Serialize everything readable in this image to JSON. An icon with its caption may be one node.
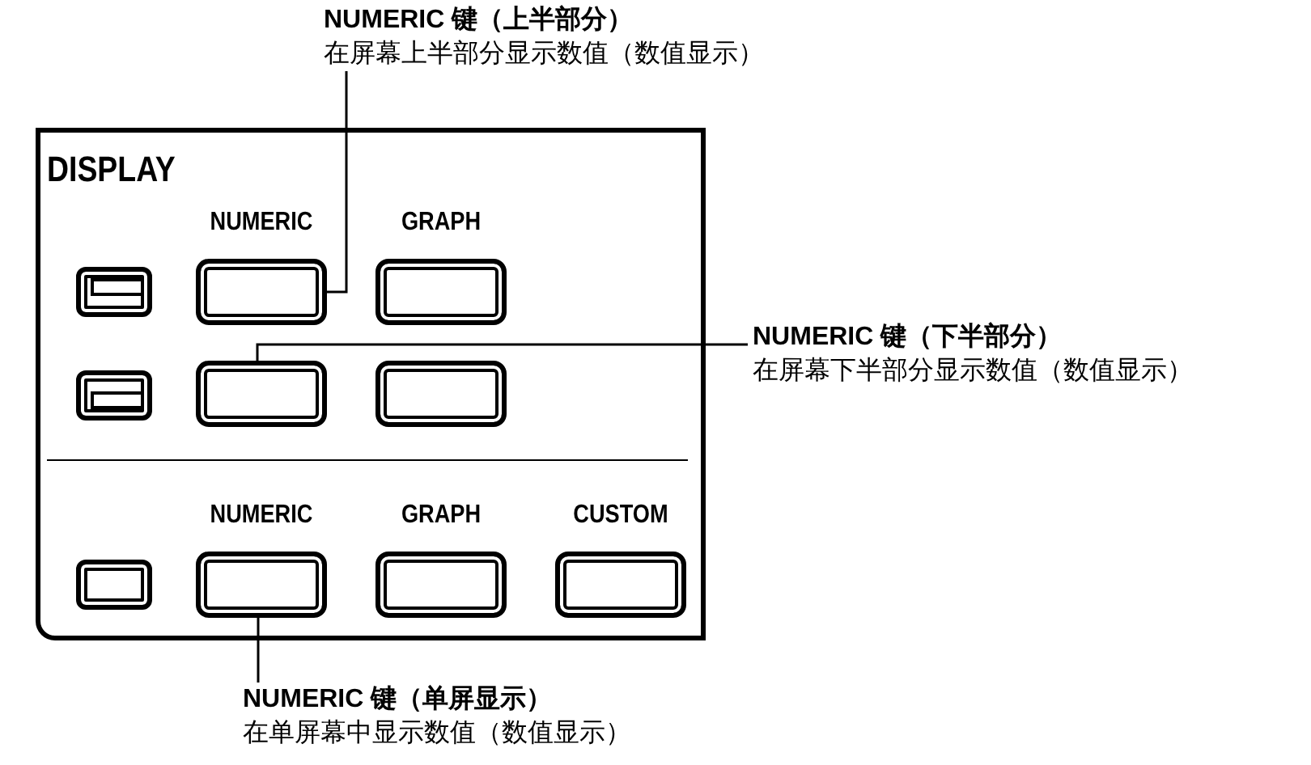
{
  "diagram": {
    "nodes": [
      {
        "text": [
          "DISPLAY"
        ]
      },
      {
        "text": [
          "NUMERIC"
        ],
        "in": 0
      },
      {
        "text": [
          "GRAPH"
        ],
        "in": 0
      },
      {
        "text": [],
        "shape": "box",
        "in": 0
      },
      {
        "text": [],
        "shape": "box",
        "in": 0
      },
      {
        "text": [
          "NUMERIC"
        ],
        "in": 0
      },
      {
        "text": [
          "GRAPH"
        ],
        "in": 0
      },
      {
        "text": [
          "CUSTOM"
        ],
        "in": 0
      },
      {
        "text": [
          "NUMERIC 键（上半部分）",
          "在屏幕上半部分显示数值（数值显示）"
        ]
      },
      {
        "text": [
          "NUMERIC 键（下半部分）",
          "在屏幕下半部分显示数值（数值显示）"
        ]
      },
      {
        "text": [
          "NUMERIC 键（单屏显示）",
          "在单屏幕中显示数值（数值显示）"
        ]
      }
    ],
    "edges": [
      {
        "from": 8,
        "to": 1,
        "arrow": "none"
      },
      {
        "from": 9,
        "to": 3,
        "arrow": "none"
      },
      {
        "from": 10,
        "to": 5,
        "arrow": "none"
      }
    ]
  }
}
